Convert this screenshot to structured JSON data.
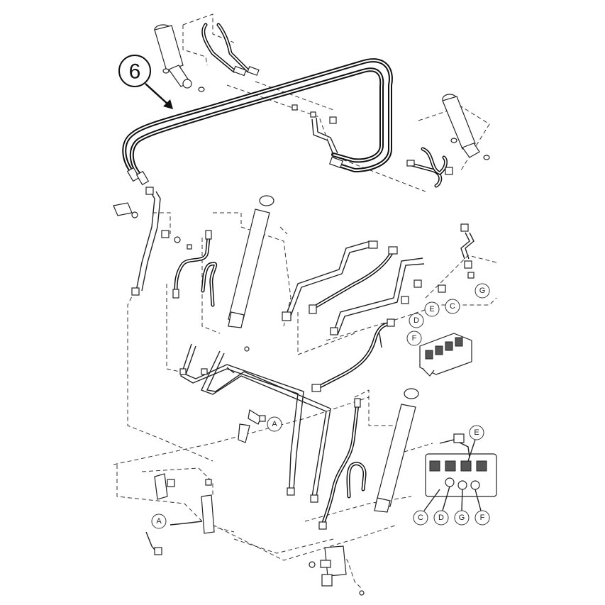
{
  "callout": {
    "number": "6"
  },
  "labels": {
    "g_upper": "G",
    "e_upper": "E",
    "c_upper": "C",
    "d_upper": "D",
    "f_upper": "F",
    "a_mid": "A",
    "a_lower": "A",
    "e_valve": "E",
    "c_valve": "C",
    "d_valve": "D",
    "g_valve": "G",
    "f_valve": "F"
  }
}
